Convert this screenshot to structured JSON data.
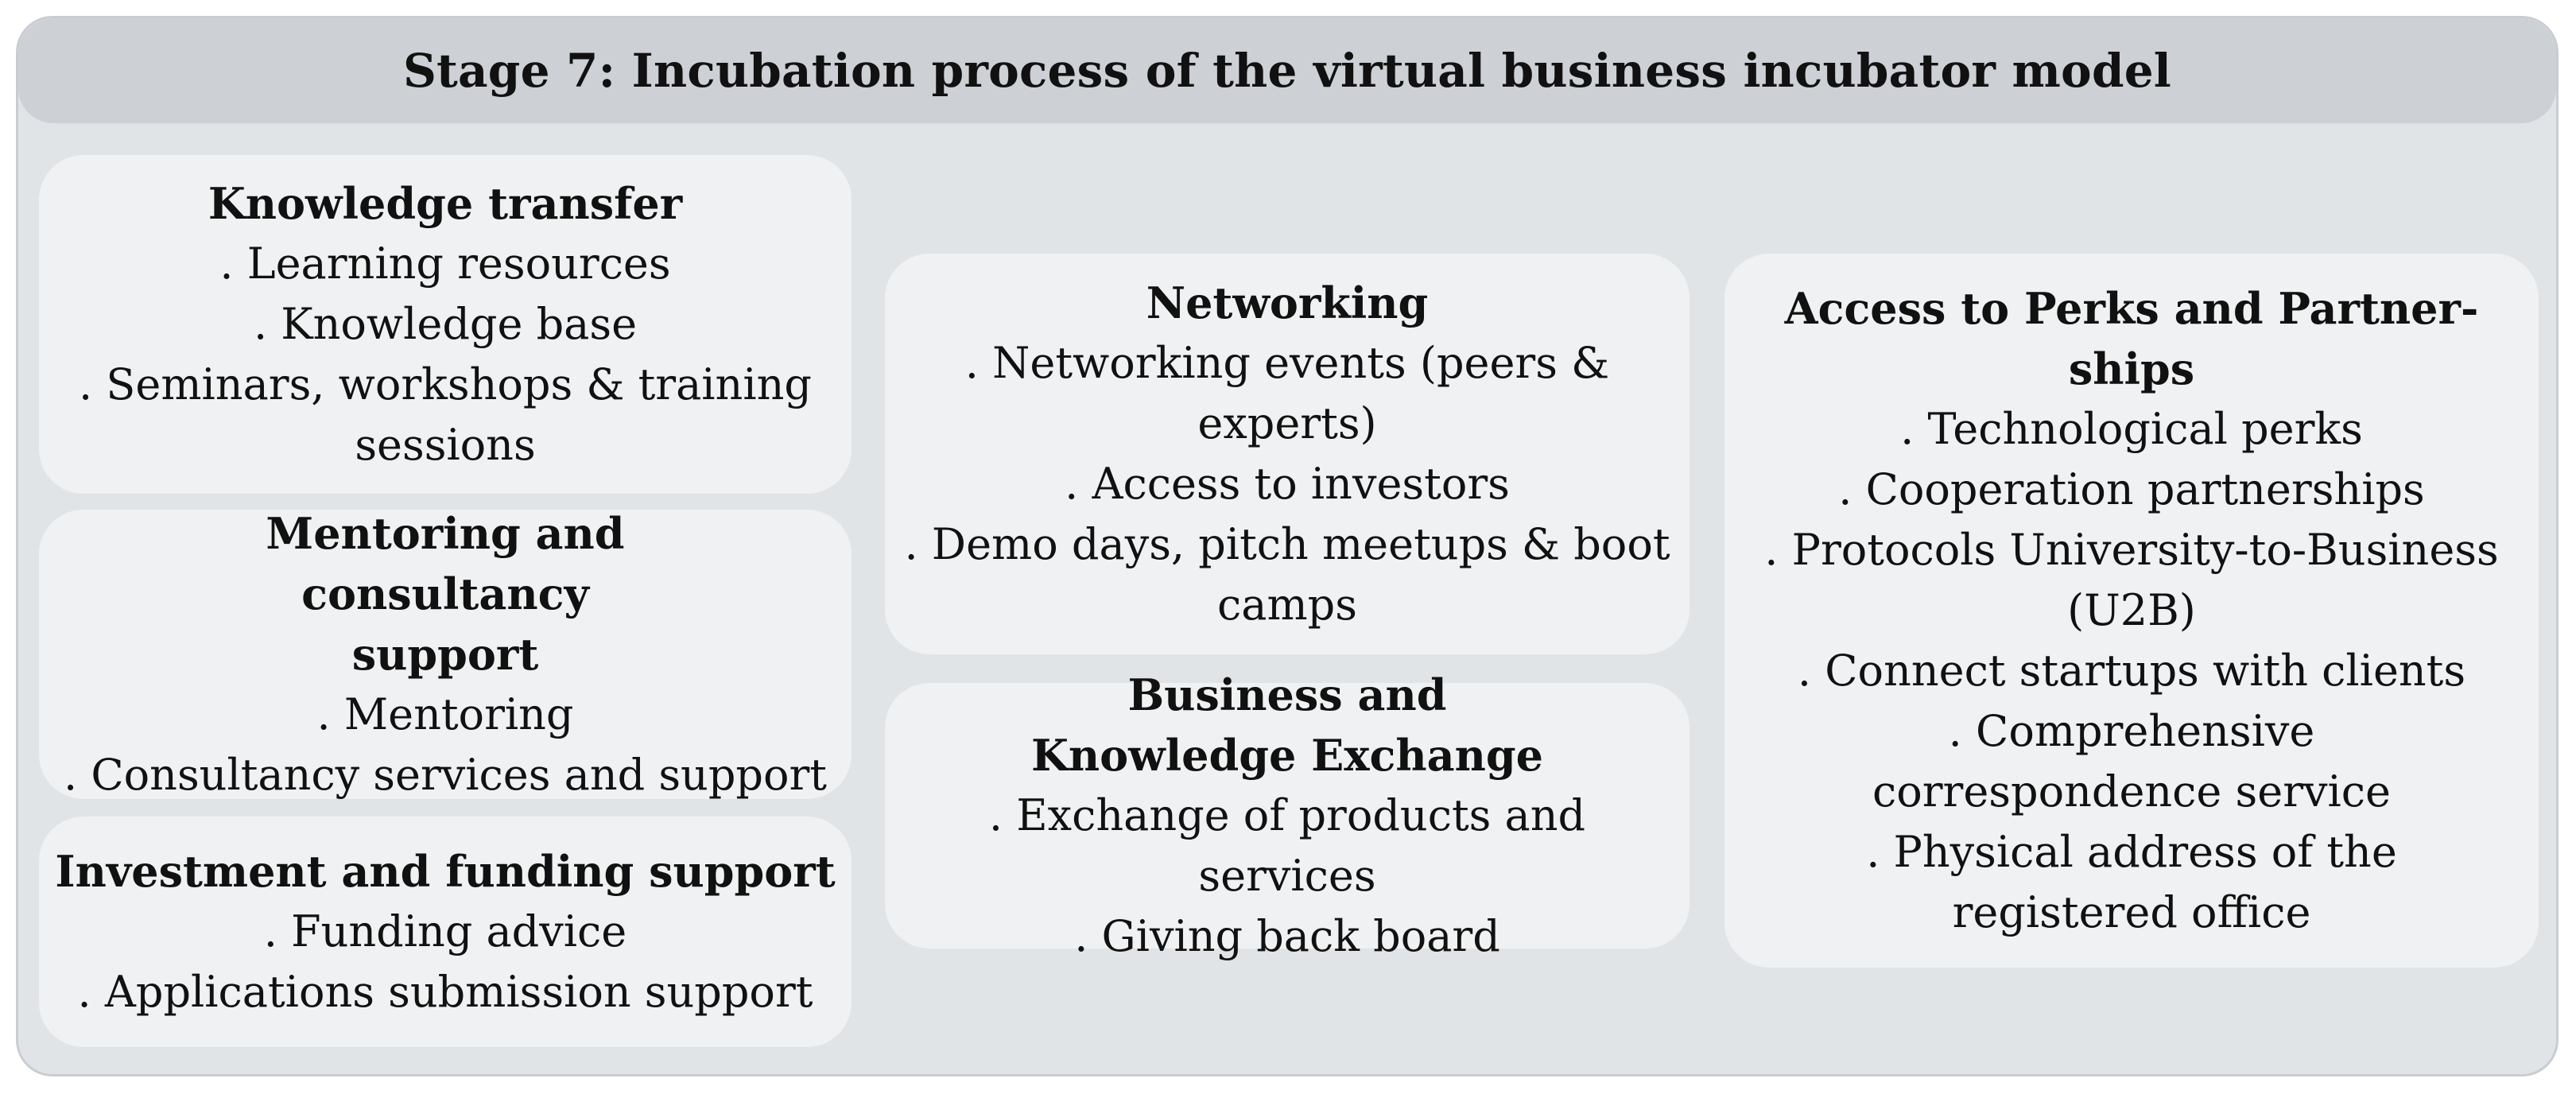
{
  "title": "Stage 7: Incubation process of the virtual business incubator model",
  "boxes": {
    "knowledge_transfer": {
      "heading": "Knowledge transfer",
      "items": [
        "Learning resources",
        "Knowledge base",
        "Seminars, workshops & training sessions"
      ]
    },
    "mentoring": {
      "heading": "Mentoring and consultancy support",
      "items": [
        "Mentoring",
        "Consultancy services and support"
      ]
    },
    "investment": {
      "heading": "Investment and funding support",
      "items": [
        "Funding advice",
        "Applications submission support"
      ]
    },
    "networking": {
      "heading": "Networking",
      "items": [
        "Networking events (peers & experts)",
        "Access to investors",
        "Demo days, pitch meetups & boot camps"
      ]
    },
    "business_exchange": {
      "heading": "Business and Knowledge Exchange",
      "items": [
        "Exchange of products and services",
        "Giving back board"
      ]
    },
    "perks": {
      "heading": "Access to Perks and Partner-ships",
      "items": [
        "Technological perks",
        "Cooperation partnerships",
        "Protocols University-to-Business (U2B)",
        "Connect startups with clients",
        "Comprehensive correspondence service",
        "Physical address of the registered office"
      ]
    }
  }
}
